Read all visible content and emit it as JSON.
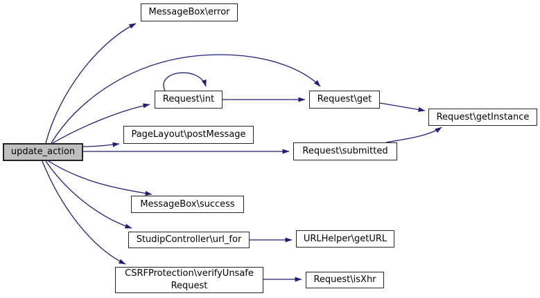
{
  "graph": {
    "kind": "doxygen-call-graph",
    "colors": {
      "background": "#ffffff",
      "edge": "#1f1f78",
      "node_border": "#242424",
      "node_fill": "#ffffff",
      "current_node_fill": "#bfbfbf",
      "text": "#000000"
    },
    "nodes": [
      {
        "id": "update_action",
        "label": "update_action",
        "current": true
      },
      {
        "id": "messagebox_error",
        "label": "MessageBox\\error"
      },
      {
        "id": "request_int",
        "label": "Request\\int"
      },
      {
        "id": "request_get",
        "label": "Request\\get"
      },
      {
        "id": "request_getinstance",
        "label": "Request\\getInstance"
      },
      {
        "id": "pagelayout_postmessage",
        "label": "PageLayout\\postMessage"
      },
      {
        "id": "request_submitted",
        "label": "Request\\submitted"
      },
      {
        "id": "messagebox_success",
        "label": "MessageBox\\success"
      },
      {
        "id": "studipcontroller_url_for",
        "label": "StudipController\\url_for"
      },
      {
        "id": "csrfprotection_verifyunsaferequest",
        "label": "CSRFProtection\\verifyUnsafeRequest",
        "lines": {
          "0": "CSRFProtection\\verifyUnsafe",
          "1": "Request"
        }
      },
      {
        "id": "urlhelper_geturl",
        "label": "URLHelper\\getURL"
      },
      {
        "id": "request_isxhr",
        "label": "Request\\isXhr"
      }
    ],
    "edges": [
      {
        "from": "update_action",
        "to": "messagebox_error"
      },
      {
        "from": "update_action",
        "to": "request_get"
      },
      {
        "from": "update_action",
        "to": "request_int"
      },
      {
        "from": "request_int",
        "to": "request_int"
      },
      {
        "from": "request_int",
        "to": "request_get"
      },
      {
        "from": "request_get",
        "to": "request_getinstance"
      },
      {
        "from": "update_action",
        "to": "pagelayout_postmessage"
      },
      {
        "from": "update_action",
        "to": "request_submitted"
      },
      {
        "from": "request_submitted",
        "to": "request_getinstance"
      },
      {
        "from": "update_action",
        "to": "messagebox_success"
      },
      {
        "from": "update_action",
        "to": "studipcontroller_url_for"
      },
      {
        "from": "update_action",
        "to": "csrfprotection_verifyunsaferequest"
      },
      {
        "from": "studipcontroller_url_for",
        "to": "urlhelper_geturl"
      },
      {
        "from": "csrfprotection_verifyunsaferequest",
        "to": "request_isxhr"
      }
    ]
  }
}
